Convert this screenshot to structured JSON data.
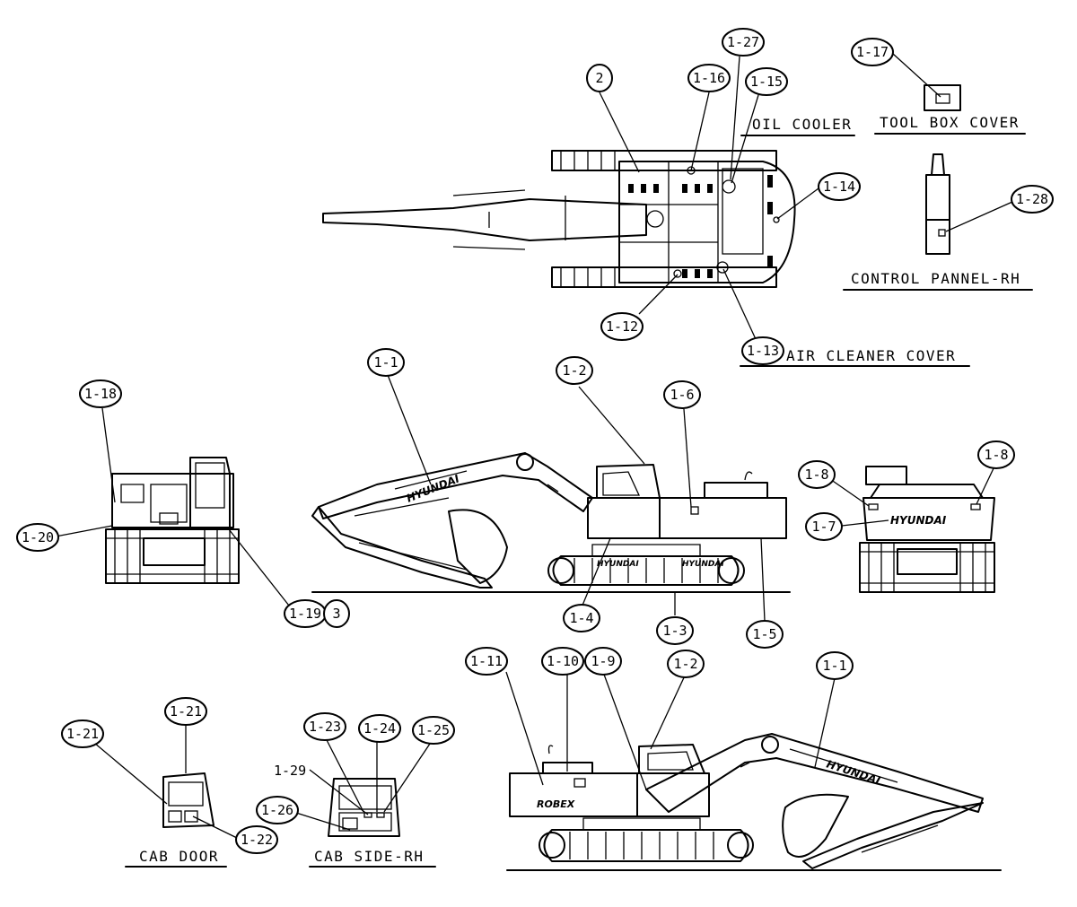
{
  "labels": {
    "oil_cooler": "OIL COOLER",
    "tool_box_cover": "TOOL BOX COVER",
    "control_pannel_rh": "CONTROL PANNEL-RH",
    "air_cleaner_cover": "AIR CLEANER COVER",
    "cab_door": "CAB DOOR",
    "cab_side_rh": "CAB SIDE-RH",
    "plain_1_29": "1-29"
  },
  "brand": {
    "name": "HYUNDAI",
    "engine_badge": "ROBEX"
  },
  "callouts": {
    "c_2": "2",
    "c_1_16": "1-16",
    "c_1_27": "1-27",
    "c_1_15": "1-15",
    "c_1_17": "1-17",
    "c_1_14": "1-14",
    "c_1_28": "1-28",
    "c_1_12": "1-12",
    "c_1_13": "1-13",
    "c_1_18": "1-18",
    "c_1_20": "1-20",
    "c_1_19": "1-19",
    "c_3": "3",
    "c_1_1_top": "1-1",
    "c_1_2_top": "1-2",
    "c_1_6": "1-6",
    "c_1_4": "1-4",
    "c_1_3": "1-3",
    "c_1_5": "1-5",
    "c_1_8_left": "1-8",
    "c_1_8_right": "1-8",
    "c_1_7": "1-7",
    "c_1_11": "1-11",
    "c_1_10": "1-10",
    "c_1_9": "1-9",
    "c_1_2_bottom": "1-2",
    "c_1_1_bottom": "1-1",
    "c_1_21_left": "1-21",
    "c_1_21_top": "1-21",
    "c_1_22": "1-22",
    "c_1_23": "1-23",
    "c_1_24": "1-24",
    "c_1_25": "1-25",
    "c_1_26": "1-26"
  }
}
